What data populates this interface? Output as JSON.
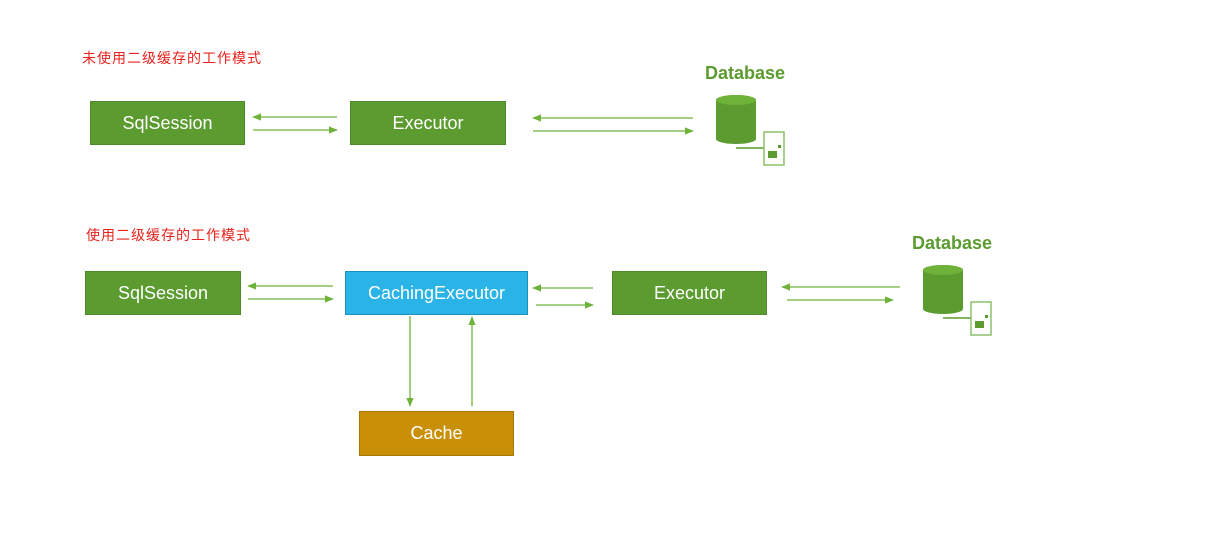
{
  "diagram1": {
    "caption": "未使用二级缓存的工作模式",
    "sqlsession": "SqlSession",
    "executor": "Executor",
    "database": "Database"
  },
  "diagram2": {
    "caption": "使用二级缓存的工作模式",
    "sqlsession": "SqlSession",
    "caching_executor": "CachingExecutor",
    "executor": "Executor",
    "cache": "Cache",
    "database": "Database"
  },
  "colors": {
    "caption": "#e8221c",
    "green_box": "#5b9b2f",
    "blue_box": "#2ab3e6",
    "gold_box": "#c98f06",
    "arrow": "#6fb23a",
    "db_label": "#5b9b2f"
  },
  "icons": {
    "database": "database-server-icon"
  }
}
